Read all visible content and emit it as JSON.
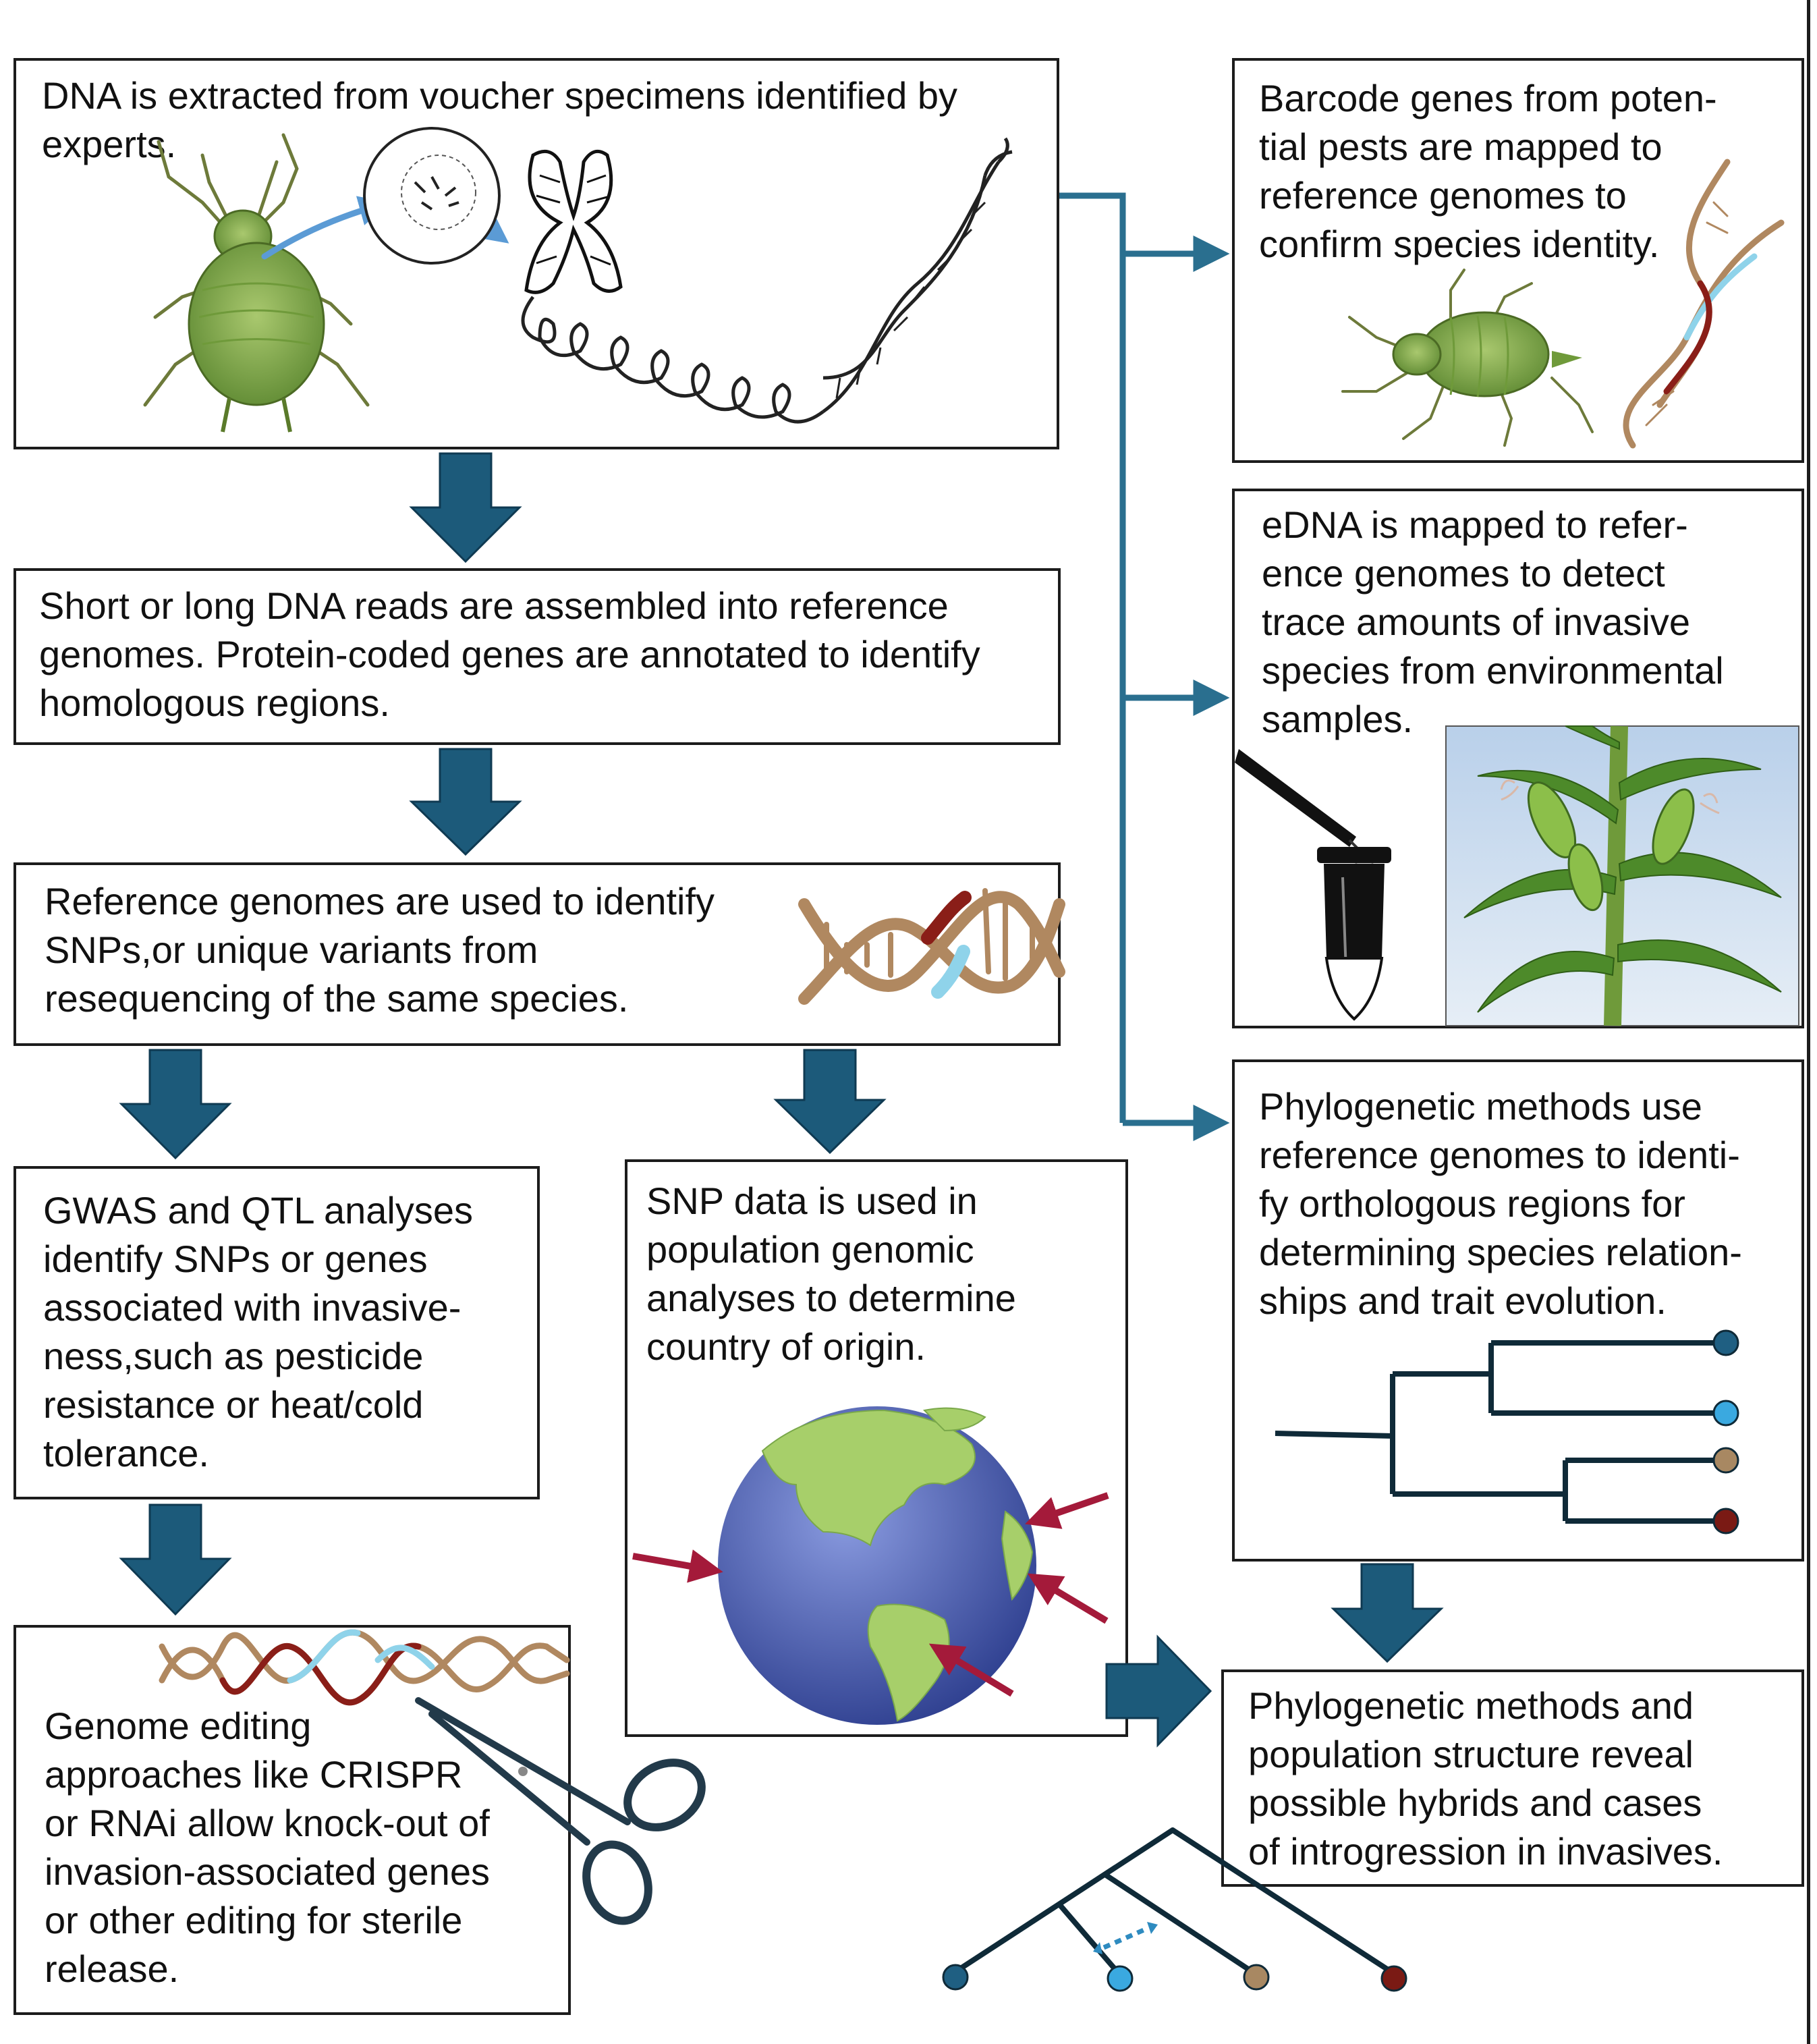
{
  "boxes": {
    "extract": "DNA is extracted from voucher specimens identified by\nexperts.",
    "assemble": "Short or long DNA reads are assembled into reference\ngenomes. Protein-coded genes are annotated to identify\nhomologous regions.",
    "snps": "Reference genomes are used to identify\nSNPs,or unique variants from\nresequencing of the same species.",
    "gwas": "GWAS and QTL analyses\nidentify SNPs or genes\nassociated with invasive-\nness,such as pesticide\nresistance or heat/cold\ntolerance.",
    "population": "SNP data is used in\npopulation genomic\nanalyses to determine\ncountry of origin.",
    "editing": "Genome editing\napproaches like CRISPR\nor RNAi allow knock-out of\ninvasion-associated genes\nor other editing for sterile\nrelease.",
    "barcode": "Barcode genes from poten-\ntial pests are mapped to\nreference genomes to\nconfirm species identity.",
    "edna": "eDNA is mapped to refer-\nence genomes to detect\ntrace amounts of invasive\nspecies from environmental\nsamples.",
    "phylo": "Phylogenetic methods use\nreference genomes to identi-\nfy orthologous regions for\ndetermining species relation-\nships and trait evolution.",
    "hybrids": "Phylogenetic methods and\npopulation structure reveal\npossible hybrids and cases\nof introgression in invasives."
  },
  "colors": {
    "arrow": "#1c5a7a",
    "connector": "#2a6f8f",
    "tip_dark_blue": "#1f5f82",
    "tip_light_blue": "#3aa9e0",
    "tip_tan": "#a88862",
    "tip_dark_red": "#7a1a14",
    "dna_tan": "#b08860",
    "dna_red": "#8a1e18",
    "dna_light_blue": "#8fd3ea",
    "insect_green": "#7fa84a",
    "globe_blue": "#4a5fb0",
    "land_green": "#a7cf6a",
    "origin_arrow": "#a41a3a"
  },
  "icons": [
    "aphid-icon",
    "cell-icon",
    "chromosome-icon",
    "dna-helix-icon",
    "pipette-icon",
    "tube-icon",
    "corn-plant-icon",
    "globe-icon",
    "scissors-icon",
    "phylogenetic-tree-icon"
  ]
}
